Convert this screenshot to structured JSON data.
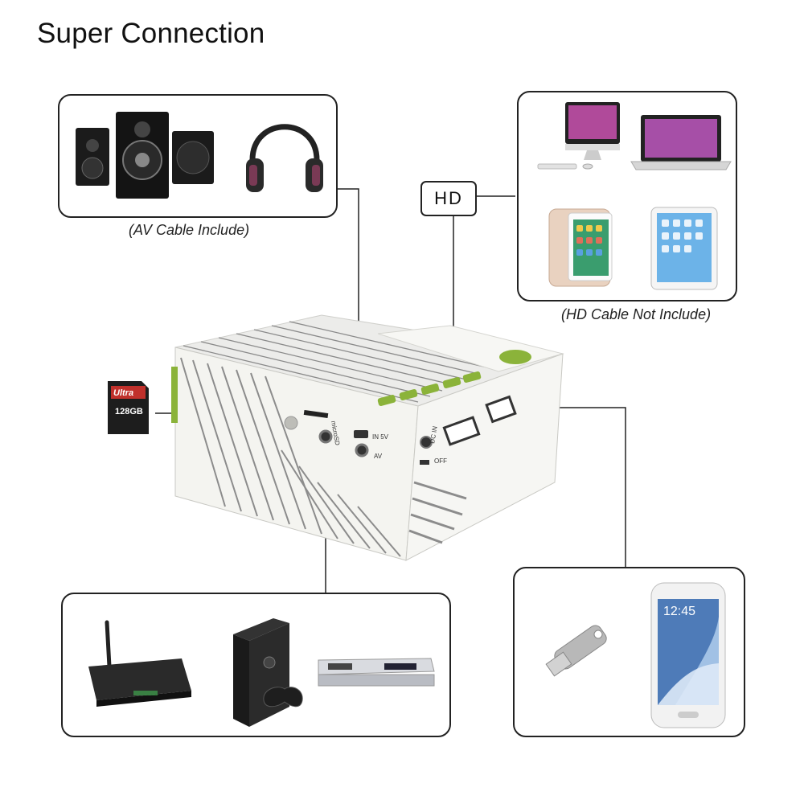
{
  "title": "Super Connection",
  "captions": {
    "av": "(AV Cable Include)",
    "hd": "(HD Cable Not Include)"
  },
  "hd_tag": "HD",
  "projector_labels": {
    "microsd": "microSD",
    "in5v": "IN 5V",
    "av": "AV",
    "dc_in": "DC IN",
    "off": "OFF"
  },
  "sd_card": {
    "brand": "Ultra",
    "capacity": "128GB"
  },
  "phone_time": "12:45",
  "colors": {
    "accent_green": "#8bb33a",
    "projector_body": "#f4f4f0",
    "line": "#222222",
    "sd_red": "#c0302b"
  }
}
